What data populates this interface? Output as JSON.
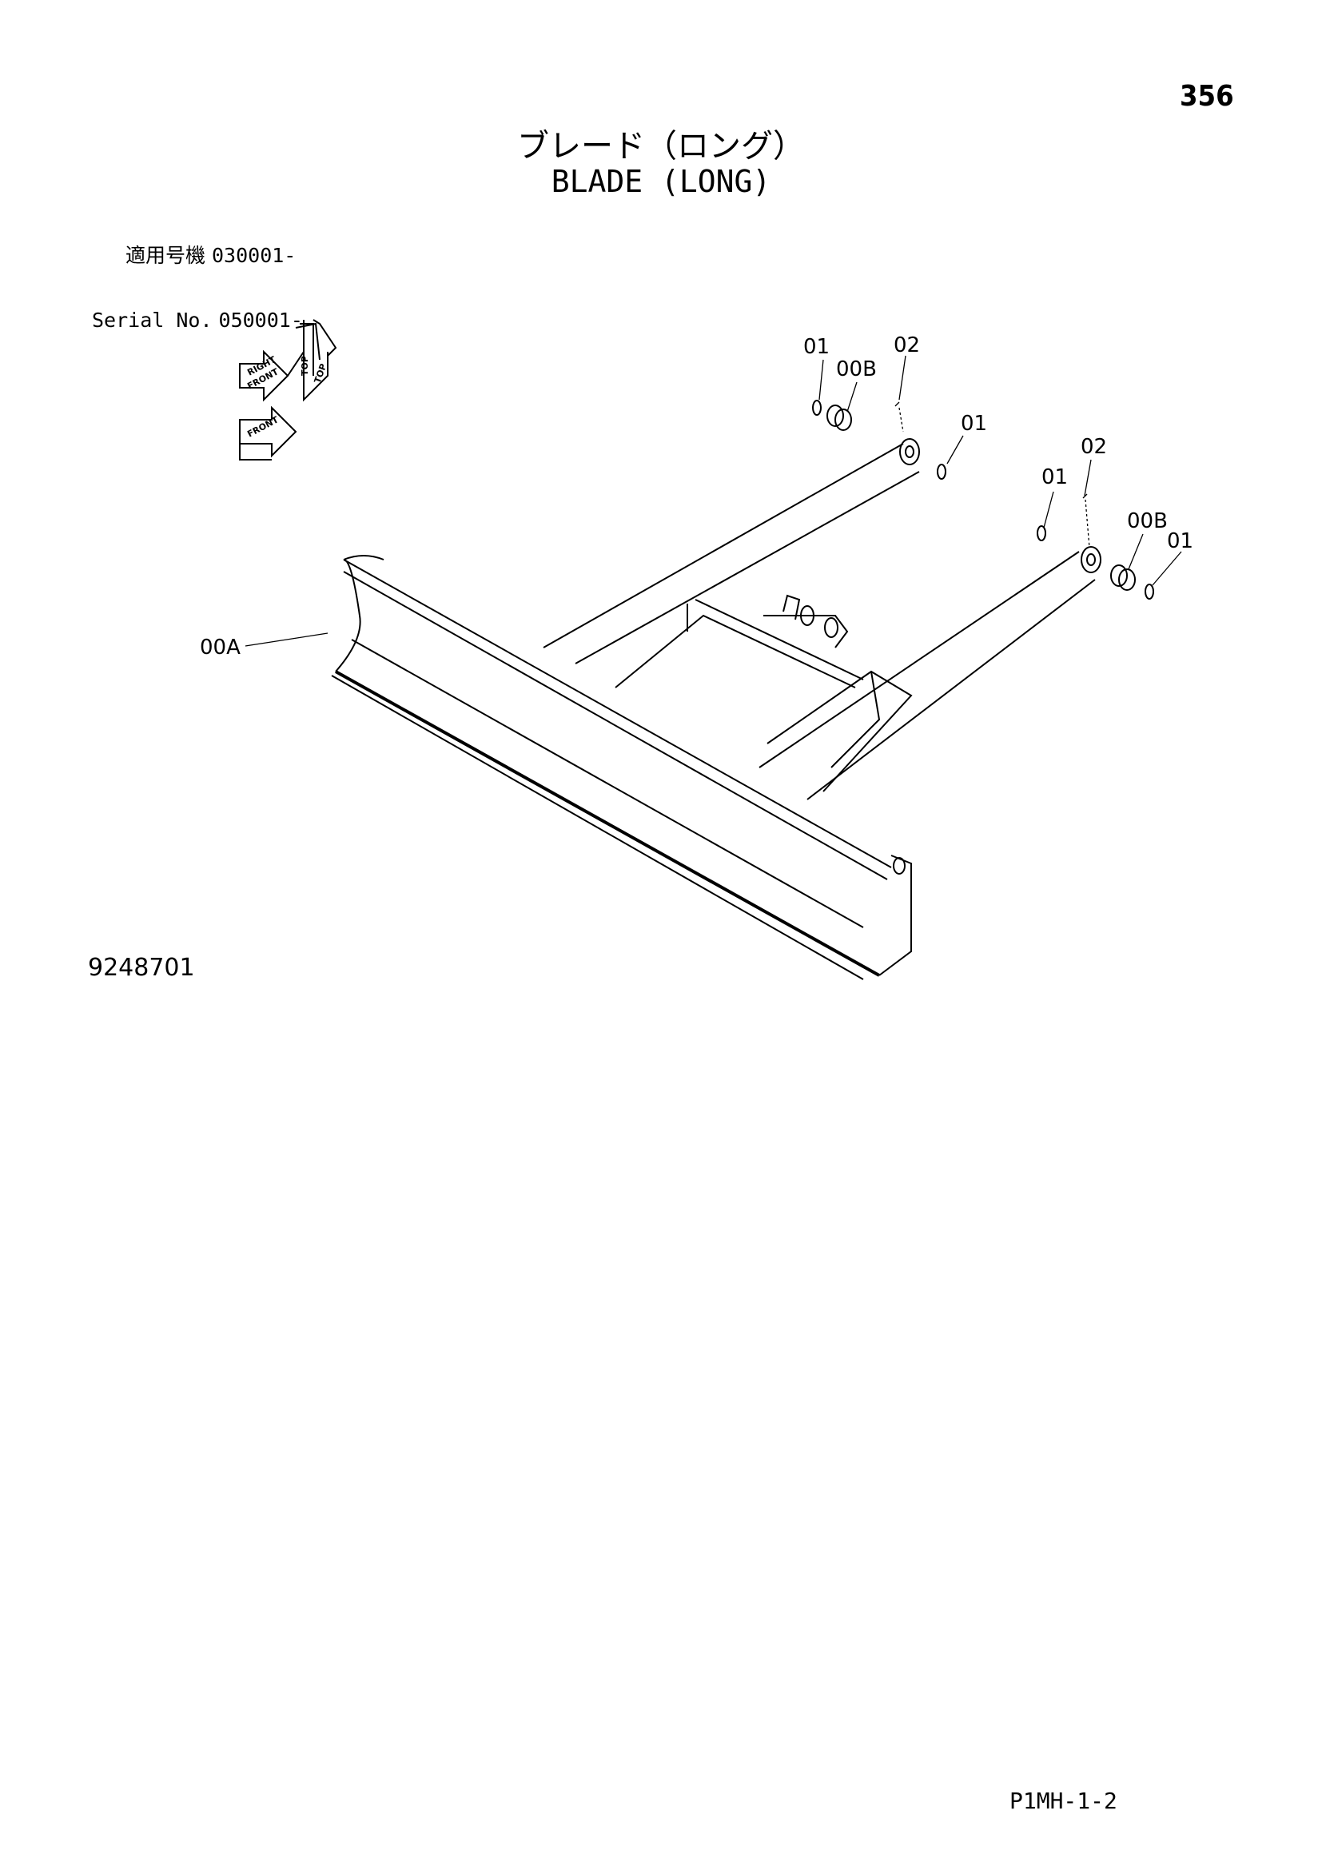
{
  "page": {
    "number": "356",
    "title_jp": "ブレード（ロング）",
    "title_en": "BLADE (LONG)",
    "serial": {
      "jp_label": "適用号機",
      "jp_value": "030001-",
      "en_label": "Serial No.",
      "en_value": "050001-"
    },
    "drawing_number": "9248701",
    "sheet_code": "P1MH-1-2"
  },
  "orientation_icon": {
    "labels": [
      "FRONT",
      "RIGHT",
      "FRONT",
      "TOP",
      "TOP"
    ]
  },
  "callouts": [
    {
      "id": "c1",
      "label": "01"
    },
    {
      "id": "c2",
      "label": "00B"
    },
    {
      "id": "c3",
      "label": "02"
    },
    {
      "id": "c4",
      "label": "01"
    },
    {
      "id": "c5",
      "label": "02"
    },
    {
      "id": "c6",
      "label": "01"
    },
    {
      "id": "c7",
      "label": "00B"
    },
    {
      "id": "c8",
      "label": "01"
    },
    {
      "id": "c9",
      "label": "00A"
    }
  ]
}
